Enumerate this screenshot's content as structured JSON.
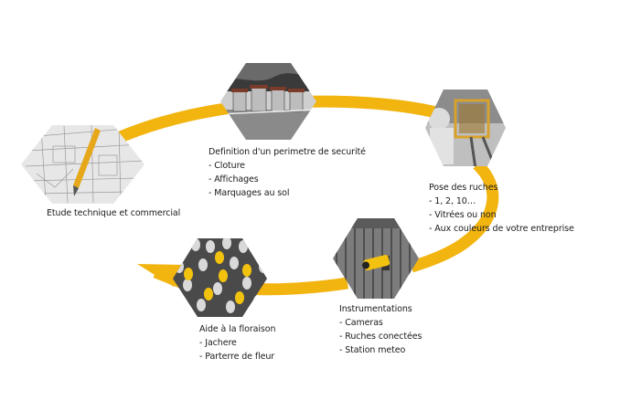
{
  "diagram": {
    "accent_color": "#f2b40f",
    "steps": [
      {
        "id": "etude",
        "title": "Etude technique et commercial",
        "items": [],
        "image": "blueprint-with-pencil"
      },
      {
        "id": "perimetre",
        "title": "Definition d'un perimetre de securité",
        "items": [
          "- Cloture",
          "- Affichages",
          "- Marquages au sol"
        ],
        "image": "beehives-in-field"
      },
      {
        "id": "ruches",
        "title": "Pose des ruches",
        "items": [
          "- 1, 2, 10…",
          "- Vitrées ou non",
          "- Aux couleurs de votre entreprise"
        ],
        "image": "beekeeper-with-frame"
      },
      {
        "id": "instrumentations",
        "title": "Instrumentations",
        "items": [
          "- Cameras",
          "- Ruches conectées",
          "- Station meteo"
        ],
        "image": "security-camera-on-wall"
      },
      {
        "id": "floraison",
        "title": "Aide à la floraison",
        "items": [
          "- Jachere",
          "- Parterre de fleur"
        ],
        "image": "tulip-field"
      }
    ]
  }
}
